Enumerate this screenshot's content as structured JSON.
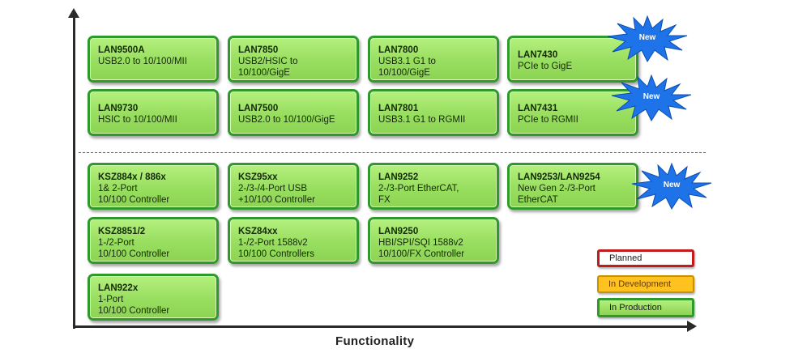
{
  "axis": {
    "x_label": "Functionality"
  },
  "cards": [
    {
      "title": "LAN9500A",
      "desc": "USB2.0 to 10/100/MII"
    },
    {
      "title": "LAN7850",
      "desc": "USB2/HSIC to\n10/100/GigE"
    },
    {
      "title": "LAN7800",
      "desc": "USB3.1 G1 to\n10/100/GigE"
    },
    {
      "title": "LAN7430",
      "desc": "PCIe to GigE"
    },
    {
      "title": "LAN9730",
      "desc": "HSIC to 10/100/MII"
    },
    {
      "title": "LAN7500",
      "desc": "USB2.0 to 10/100/GigE"
    },
    {
      "title": "LAN7801",
      "desc": "USB3.1 G1 to RGMII"
    },
    {
      "title": "LAN7431",
      "desc": "PCIe to RGMII"
    },
    {
      "title": "KSZ884x / 886x",
      "desc": "1& 2-Port\n10/100 Controller"
    },
    {
      "title": "KSZ95xx",
      "desc": "2-/3-/4-Port USB\n+10/100 Controller"
    },
    {
      "title": "LAN9252",
      "desc": "2-/3-Port EtherCAT,\nFX"
    },
    {
      "title": "LAN9253/LAN9254",
      "desc": "New Gen 2-/3-Port\nEtherCAT"
    },
    {
      "title": "KSZ8851/2",
      "desc": "1-/2-Port\n10/100 Controller"
    },
    {
      "title": "KSZ84xx",
      "desc": "1-/2-Port 1588v2\n10/100 Controllers"
    },
    {
      "title": "LAN9250",
      "desc": "HBI/SPI/SQI 1588v2\n10/100/FX Controller"
    },
    {
      "title": "LAN922x",
      "desc": "1-Port\n10/100 Controller"
    }
  ],
  "badges": {
    "new": "New"
  },
  "legend": {
    "planned": "Planned",
    "in_development": "In Development",
    "in_production": "In Production"
  },
  "colors": {
    "production_fill": "#9ee067",
    "production_border": "#2f9a2b",
    "planned_border": "#c11b1b",
    "development_fill": "#ffc21f",
    "badge_fill": "#1e73e8"
  }
}
